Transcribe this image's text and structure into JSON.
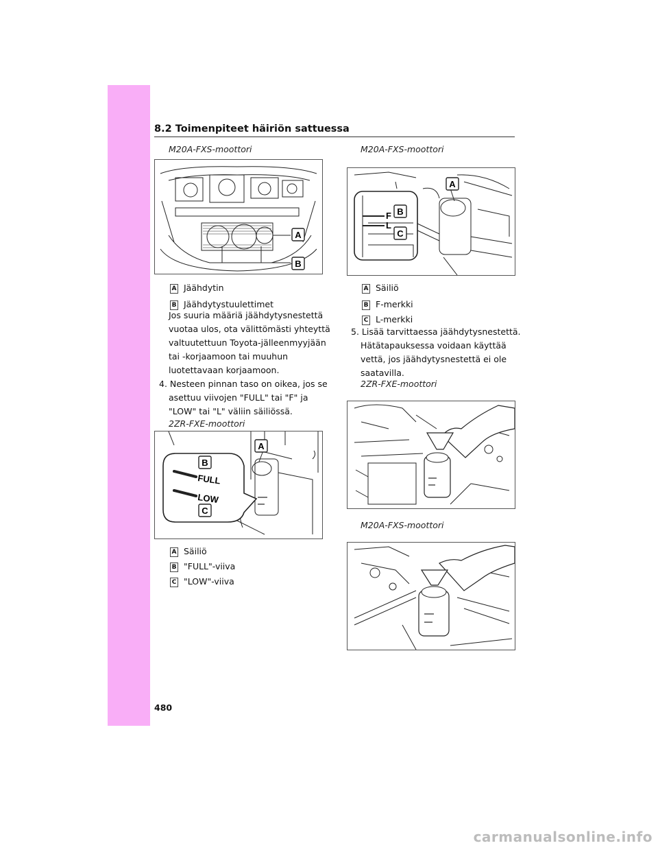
{
  "header": {
    "section_title": "8.2  Toimenpiteet häiriön sattuessa"
  },
  "left": {
    "fig1_caption": "M20A-FXS-moottori",
    "fig1_labels": [
      "A",
      "B"
    ],
    "fig1_legend": [
      {
        "key": "A",
        "text": "Jäähdytin"
      },
      {
        "key": "B",
        "text": "Jäähdytystuulettimet"
      }
    ],
    "note_lines": [
      "Jos suuria määriä jäähdytysnestettä",
      "vuotaa ulos, ota välittömästi yhteyttä",
      "valtuutettuun Toyota-jälleenmyyjään",
      "tai -korjaamoon tai muuhun",
      "luotettavaan korjaamoon."
    ],
    "step4_lines": [
      "4. Nesteen pinnan taso on oikea, jos se",
      "asettuu viivojen \"FULL\" tai \"F\" ja",
      "\"LOW\" tai \"L\" väliin säiliössä."
    ],
    "fig2_caption": "2ZR-FXE-moottori",
    "fig2_labels": [
      "A",
      "B",
      "C"
    ],
    "fig2_legend": [
      {
        "key": "A",
        "text": "Säiliö"
      },
      {
        "key": "B",
        "text": "\"FULL\"-viiva"
      },
      {
        "key": "C",
        "text": "\"LOW\"-viiva"
      }
    ]
  },
  "right": {
    "fig3_caption": "M20A-FXS-moottori",
    "fig3_labels": [
      "A",
      "B",
      "C",
      "F",
      "L"
    ],
    "fig3_legend": [
      {
        "key": "A",
        "text": "Säiliö"
      },
      {
        "key": "B",
        "text": "F-merkki"
      },
      {
        "key": "C",
        "text": "L-merkki"
      }
    ],
    "step5_lines": [
      "5. Lisää tarvittaessa jäähdytysnestettä.",
      "Hätätapauksessa voidaan käyttää",
      "vettä, jos jäähdytysnestettä ei ole",
      "saatavilla."
    ],
    "fig4_caption": "2ZR-FXE-moottori",
    "fig5_caption": "M20A-FXS-moottori"
  },
  "footer": {
    "page_number": "480",
    "watermark": "carmanualsonline.info"
  }
}
